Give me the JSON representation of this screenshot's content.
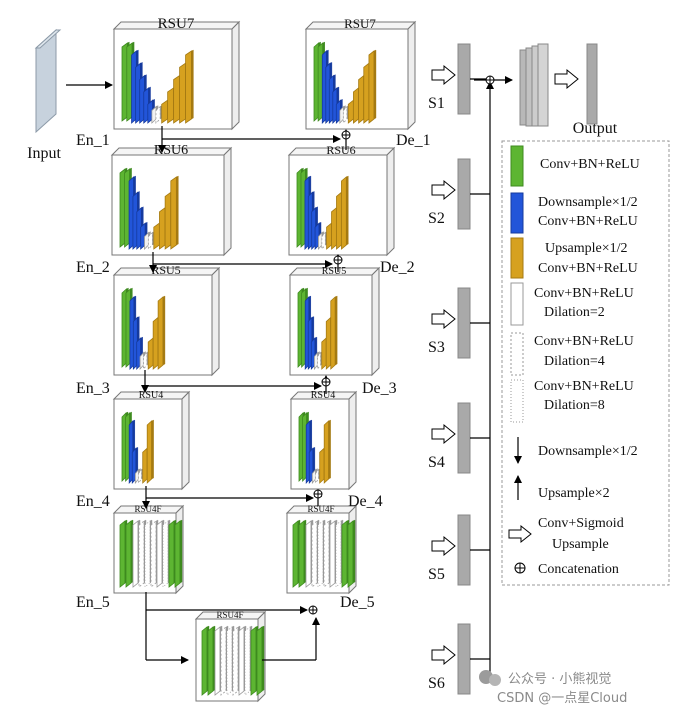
{
  "labels": {
    "input": "Input",
    "output": "Output",
    "encoders": [
      "En_1",
      "En_2",
      "En_3",
      "En_4",
      "En_5"
    ],
    "decoders": [
      "De_1",
      "De_2",
      "De_3",
      "De_4",
      "De_5"
    ],
    "side_outputs": [
      "S1",
      "S2",
      "S3",
      "S4",
      "S5",
      "S6"
    ]
  },
  "blocks": {
    "en1": "RSU7",
    "en2": "RSU6",
    "en3": "RSU5",
    "en4": "RSU4",
    "en5": "RSU4F",
    "de1": "RSU7",
    "de2": "RSU6",
    "de3": "RSU5",
    "de4": "RSU4",
    "de5": "RSU4F",
    "bottom": "RSU4F"
  },
  "legend": {
    "conv": "Conv+BN+ReLU",
    "down1": "Downsample×1/2",
    "down2": "Conv+BN+ReLU",
    "up1": "Upsample×1/2",
    "up2": "Conv+BN+ReLU",
    "dil2a": "Conv+BN+ReLU",
    "dil2b": "Dilation=2",
    "dil4a": "Conv+BN+ReLU",
    "dil4b": "Dilation=4",
    "dil8a": "Conv+BN+ReLU",
    "dil8b": "Dilation=8",
    "downarrow": "Downsample×1/2",
    "uparrow": "Upsample×2",
    "sig1": "Conv+Sigmoid",
    "sig2": "Upsample",
    "concat": "Concatenation"
  },
  "watermark": "公众号 · 小熊视觉",
  "watermark2": "CSDN @一点星Cloud",
  "colors": {
    "green": "#5DB532",
    "green_dark": "#3E8A1F",
    "blue": "#2255D9",
    "blue_dark": "#153A9E",
    "orange": "#D6A11F",
    "orange_dark": "#A57A12",
    "gray": "#A9A9A9",
    "input_blue": "#B9C6D4",
    "frame": "#7A7A7A"
  }
}
